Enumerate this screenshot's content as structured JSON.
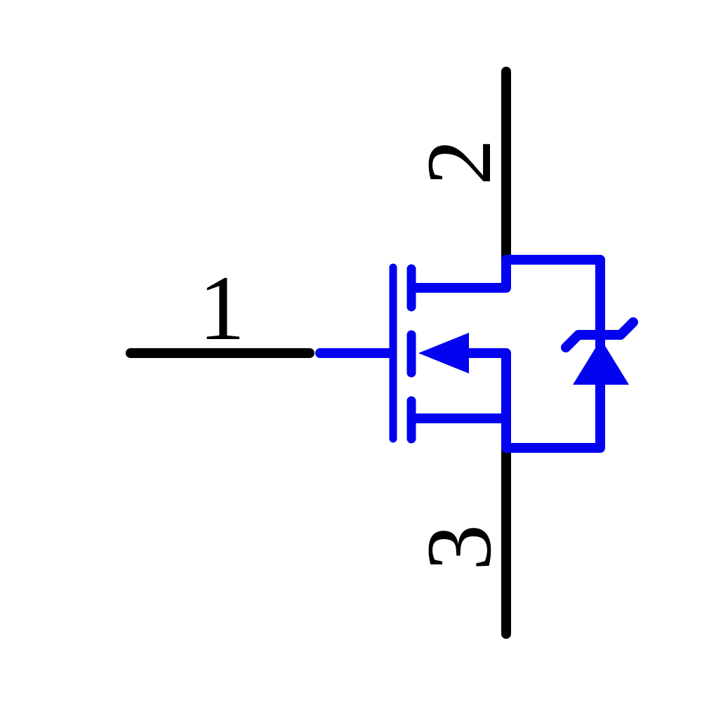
{
  "colors": {
    "body": "#0303F0",
    "pin": "#000000",
    "label": "#000000",
    "background": "#FFFFFF"
  },
  "pins": [
    {
      "label": "1"
    },
    {
      "label": "2"
    },
    {
      "label": "3"
    }
  ]
}
